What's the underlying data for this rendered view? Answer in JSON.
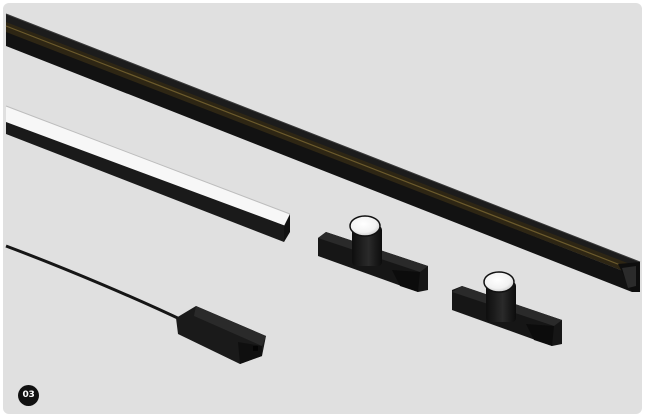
{
  "figure": {
    "badge_number": "03",
    "background_color": "#e0e0e0",
    "items": [
      {
        "name": "magnetic-track-rail",
        "color": "#1a1a1a"
      },
      {
        "name": "led-linear-light-bar",
        "color": "#f5f5f5"
      },
      {
        "name": "power-feed-cable-connector",
        "color": "#1a1a1a"
      },
      {
        "name": "track-spotlight",
        "color": "#1a1a1a"
      },
      {
        "name": "track-spotlight",
        "color": "#1a1a1a"
      }
    ]
  }
}
